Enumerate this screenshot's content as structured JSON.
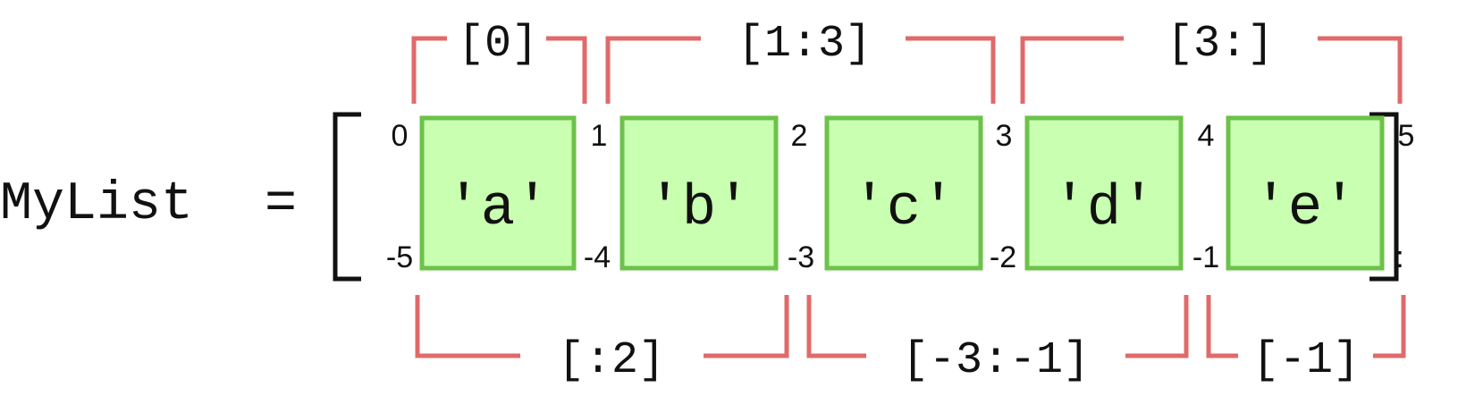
{
  "variable_name": "MyList",
  "equals_sign": "=",
  "elements": [
    "'a'",
    "'b'",
    "'c'",
    "'d'",
    "'e'"
  ],
  "positive_indices": [
    "0",
    "1",
    "2",
    "3",
    "4",
    "5"
  ],
  "negative_indices": [
    "-5",
    "-4",
    "-3",
    "-2",
    "-1",
    ":"
  ],
  "top_slices": [
    "[0]",
    "[1:3]",
    "[3:]"
  ],
  "bottom_slices": [
    "[:2]",
    "[-3:-1]",
    "[-1]"
  ],
  "colors": {
    "cell_fill": "#c8ffb0",
    "cell_border": "#6cc24a",
    "slice_bracket": "#e06a6a",
    "text": "#111111"
  }
}
